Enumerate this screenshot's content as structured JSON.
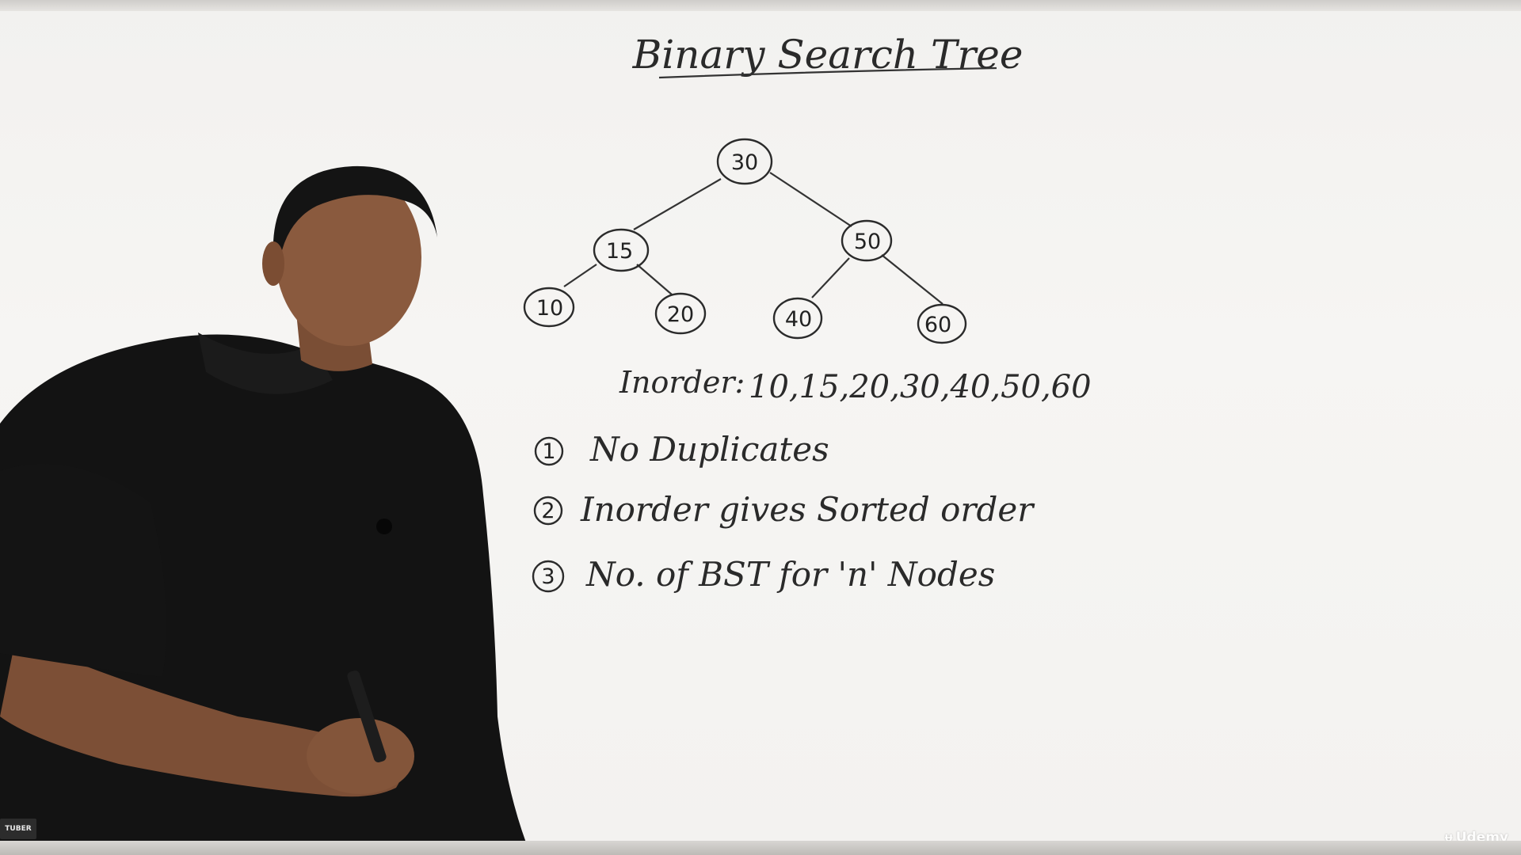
{
  "board": {
    "title": "Binary Search Tree",
    "tree": {
      "nodes": [
        "30",
        "15",
        "50",
        "10",
        "20",
        "40",
        "60"
      ]
    },
    "inorder": {
      "label": "Inorder:",
      "sequence": "10,15,20,30,40,50,60"
    },
    "points": [
      {
        "number": "1",
        "text": "No Duplicates"
      },
      {
        "number": "2",
        "text": "Inorder gives Sorted order"
      },
      {
        "number": "3",
        "text": "No. of BST for 'n' Nodes"
      }
    ]
  },
  "watermarks": {
    "left_logo": "TUBER",
    "right_logo": "Udemy"
  },
  "colors": {
    "board": "#f4f3f1",
    "marker": "#2a2a2a",
    "shirt": "#121212"
  }
}
